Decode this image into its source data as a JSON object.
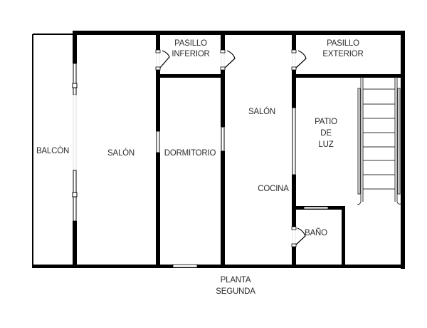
{
  "plan": {
    "title_line1": "PLANTA",
    "title_line2": "SEGUNDA",
    "wall_color": "#000000",
    "background": "#ffffff"
  },
  "rooms": {
    "balcon": "BALCÒN",
    "salon_left": "SALÓN",
    "pasillo_inferior_line1": "PASILLO",
    "pasillo_inferior_line2": "INFERIOR",
    "dormitorio": "DORMITORIO",
    "salon_center": "SALÓN",
    "cocina": "COCINA",
    "pasillo_exterior_line1": "PASILLO",
    "pasillo_exterior_line2": "EXTERIOR",
    "patio_line1": "PATIO",
    "patio_line2": "DE",
    "patio_line3": "LUZ",
    "bano": "BAÑO"
  }
}
